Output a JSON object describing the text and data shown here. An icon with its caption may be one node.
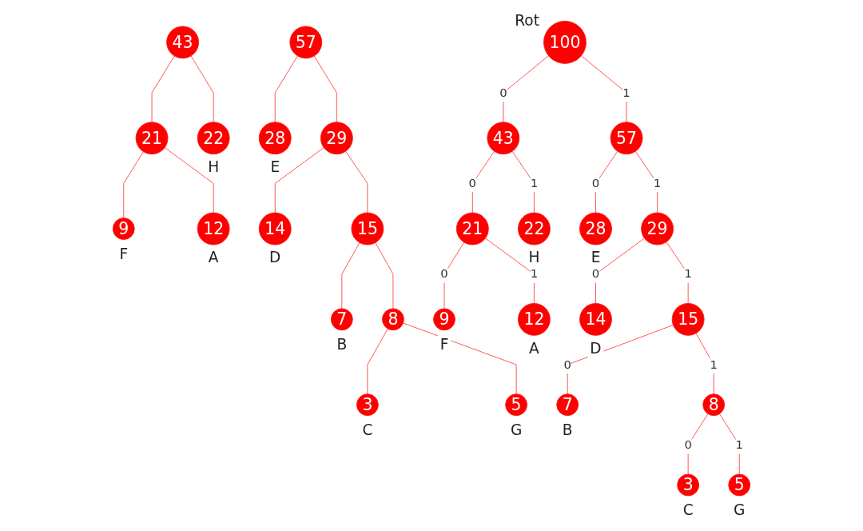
{
  "diagram": {
    "nodes": [
      {
        "text": [
          "43"
        ]
      },
      {
        "text": [
          "21"
        ]
      },
      {
        "text": [
          "22"
        ],
        "beside": [
          "H"
        ]
      },
      {
        "text": [
          "9"
        ],
        "beside": [
          "F"
        ]
      },
      {
        "text": [
          "12"
        ],
        "beside": [
          "A"
        ]
      },
      {
        "text": [
          "57"
        ]
      },
      {
        "text": [
          "28"
        ],
        "beside": [
          "E"
        ]
      },
      {
        "text": [
          "29"
        ]
      },
      {
        "text": [
          "14"
        ],
        "beside": [
          "D"
        ]
      },
      {
        "text": [
          "15"
        ]
      },
      {
        "text": [
          "7"
        ],
        "beside": [
          "B"
        ]
      },
      {
        "text": [
          "8"
        ]
      },
      {
        "text": [
          "3"
        ],
        "beside": [
          "C"
        ]
      },
      {
        "text": [
          "5"
        ],
        "beside": [
          "G"
        ]
      },
      {
        "text": [
          "100"
        ],
        "beside": [
          "Rot"
        ]
      },
      {
        "text": [
          "43"
        ]
      },
      {
        "text": [
          "57"
        ]
      },
      {
        "text": [
          "21"
        ]
      },
      {
        "text": [
          "22"
        ],
        "beside": [
          "H"
        ]
      },
      {
        "text": [
          "28"
        ],
        "beside": [
          "E"
        ]
      },
      {
        "text": [
          "29"
        ]
      },
      {
        "text": [
          "9"
        ],
        "beside": [
          "F"
        ]
      },
      {
        "text": [
          "12"
        ],
        "beside": [
          "A"
        ]
      },
      {
        "text": [
          "14"
        ],
        "beside": [
          "D"
        ]
      },
      {
        "text": [
          "15"
        ]
      },
      {
        "text": [
          "7"
        ],
        "beside": [
          "B"
        ]
      },
      {
        "text": [
          "8"
        ]
      },
      {
        "text": [
          "3"
        ],
        "beside": [
          "C"
        ]
      },
      {
        "text": [
          "5"
        ],
        "beside": [
          "G"
        ]
      }
    ],
    "edges": [
      {
        "from": 0,
        "to": 1,
        "arrow": "none"
      },
      {
        "from": 0,
        "to": 2,
        "arrow": "none"
      },
      {
        "from": 1,
        "to": 3,
        "arrow": "none"
      },
      {
        "from": 1,
        "to": 4,
        "arrow": "none"
      },
      {
        "from": 5,
        "to": 6,
        "arrow": "none"
      },
      {
        "from": 5,
        "to": 7,
        "arrow": "none"
      },
      {
        "from": 7,
        "to": 8,
        "arrow": "none"
      },
      {
        "from": 7,
        "to": 9,
        "arrow": "none"
      },
      {
        "from": 9,
        "to": 10,
        "arrow": "none"
      },
      {
        "from": 9,
        "to": 11,
        "arrow": "none"
      },
      {
        "from": 11,
        "to": 12,
        "arrow": "none"
      },
      {
        "from": 11,
        "to": 13,
        "arrow": "none"
      },
      {
        "from": 14,
        "to": 15,
        "arrow": "none",
        "label": "0"
      },
      {
        "from": 14,
        "to": 16,
        "arrow": "none",
        "label": "1"
      },
      {
        "from": 15,
        "to": 17,
        "arrow": "none",
        "label": "0"
      },
      {
        "from": 15,
        "to": 18,
        "arrow": "none",
        "label": "1"
      },
      {
        "from": 16,
        "to": 19,
        "arrow": "none",
        "label": "0"
      },
      {
        "from": 16,
        "to": 20,
        "arrow": "none",
        "label": "1"
      },
      {
        "from": 17,
        "to": 21,
        "arrow": "none",
        "label": "0"
      },
      {
        "from": 17,
        "to": 22,
        "arrow": "none",
        "label": "1"
      },
      {
        "from": 20,
        "to": 23,
        "arrow": "none",
        "label": "0"
      },
      {
        "from": 20,
        "to": 24,
        "arrow": "none",
        "label": "1"
      },
      {
        "from": 24,
        "to": 25,
        "arrow": "none",
        "label": "0"
      },
      {
        "from": 24,
        "to": 26,
        "arrow": "none",
        "label": "1"
      },
      {
        "from": 26,
        "to": 27,
        "arrow": "none",
        "label": "0"
      },
      {
        "from": 26,
        "to": 28,
        "arrow": "none",
        "label": "1"
      }
    ]
  }
}
